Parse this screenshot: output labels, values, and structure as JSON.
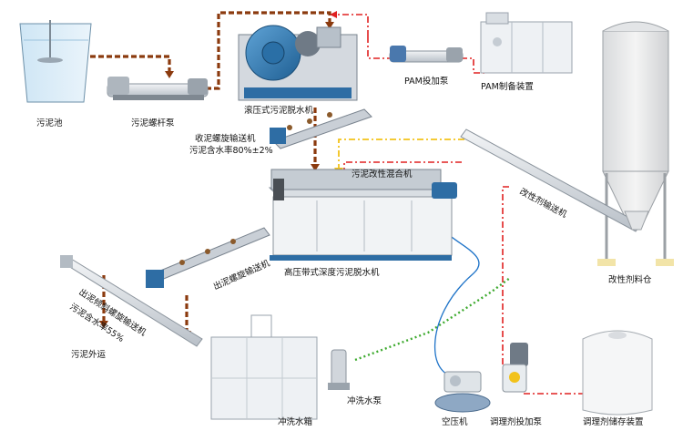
{
  "labels": {
    "sludge_tank": "污泥池",
    "screw_pump": "污泥螺杆泵",
    "roller_press": "滚压式污泥脱水机",
    "collect_conveyor_line1": "收泥螺旋输送机",
    "collect_conveyor_line2": "污泥含水率80%±2%",
    "pam_pump": "PAM投加泵",
    "pam_prep": "PAM制备装置",
    "mixer": "污泥改性混合机",
    "modifier_conveyor": "改性剂输送机",
    "modifier_silo": "改性剂料仓",
    "belt_press": "高压带式深度污泥脱水机",
    "out_conveyor": "出泥螺旋输送机",
    "outlet_conveyor_line1": "出泥倾斜螺旋输送机",
    "outlet_conveyor_line2": "污泥含水率55%",
    "sludge_out": "污泥外运",
    "wash_tank": "冲洗水箱",
    "wash_pump": "冲洗水泵",
    "air_compressor": "空压机",
    "conditioner_pump": "调理剂投加泵",
    "conditioner_tank": "调理剂储存装置"
  },
  "colors": {
    "sludge_line": "#8B3A0E",
    "pam_line": "#E02020",
    "modifier_line": "#E02020",
    "conditioner_line": "#F2C21A",
    "wash_line": "#3DAA2E",
    "air_line": "#1E73C8",
    "equipment_blue": "#2E6DA4",
    "equipment_gray": "#C9CFD6"
  }
}
